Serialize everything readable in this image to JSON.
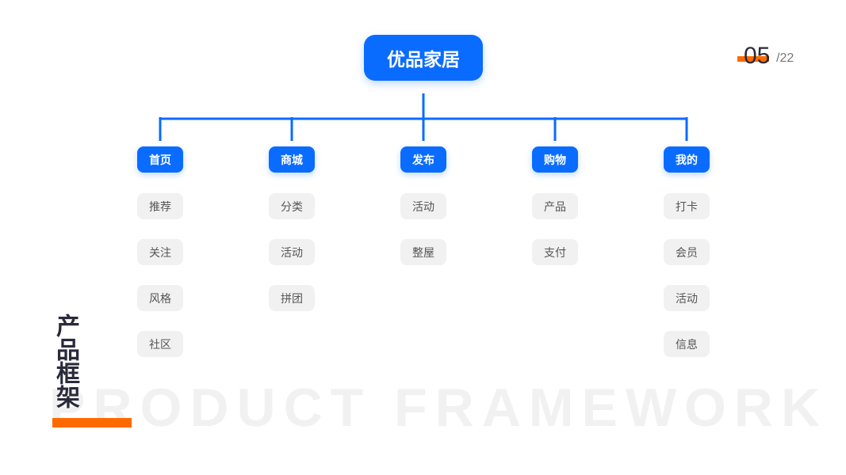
{
  "root": {
    "label": "优品家居"
  },
  "pagination": {
    "current": "05",
    "total": "/22"
  },
  "watermark": "PRODUCT FRAMEWORK",
  "side_title": "产品框架",
  "categories": [
    {
      "label": "首页",
      "items": [
        "推荐",
        "关注",
        "风格",
        "社区"
      ]
    },
    {
      "label": "商城",
      "items": [
        "分类",
        "活动",
        "拼团"
      ]
    },
    {
      "label": "发布",
      "items": [
        "活动",
        "整屋"
      ]
    },
    {
      "label": "购物",
      "items": [
        "产品",
        "支付"
      ]
    },
    {
      "label": "我的",
      "items": [
        "打卡",
        "会员",
        "活动",
        "信息"
      ]
    }
  ],
  "colors": {
    "accent": "#0a6cff",
    "highlight": "#ff6a00",
    "leaf_bg": "#f1f1f1",
    "title_text": "#2a2a3a"
  }
}
